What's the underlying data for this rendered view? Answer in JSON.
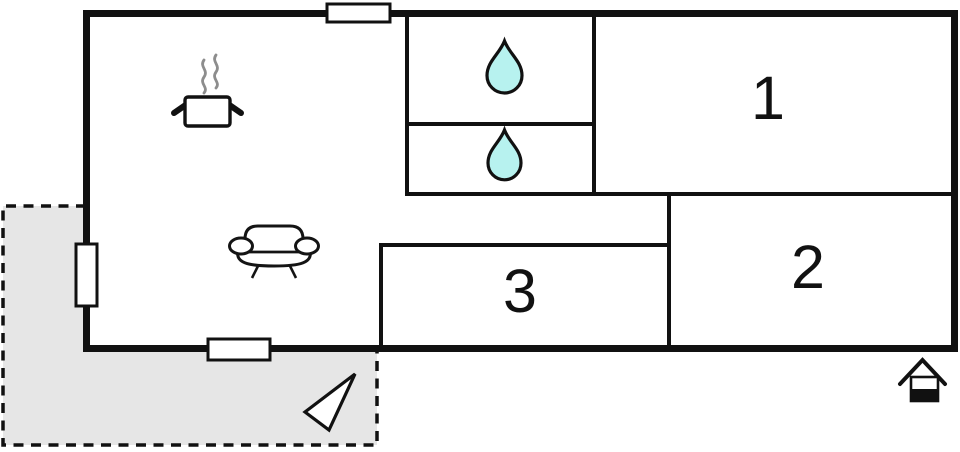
{
  "meta": {
    "type": "floor-plan",
    "description": "vacation-home floor plan with kitchen, living room, two bathrooms, three numbered rooms and a terrace"
  },
  "rooms": [
    {
      "name": "bedroom-1",
      "label": "1"
    },
    {
      "name": "bedroom-2",
      "label": "2"
    },
    {
      "name": "bedroom-3",
      "label": "3"
    }
  ],
  "icons": {
    "kitchen": "cooking-pot-with-steam",
    "bathroom_upper": "water-drop",
    "bathroom_lower": "water-drop",
    "living_room": "sofa",
    "compass": "north-arrow",
    "entrance": "house-marker"
  },
  "colors": {
    "wall": "#111111",
    "terrace": "#e6e6e6",
    "water_drop": "#b7f2ef",
    "steam": "#8d8d8d",
    "label": "#111111",
    "background": "#ffffff"
  }
}
